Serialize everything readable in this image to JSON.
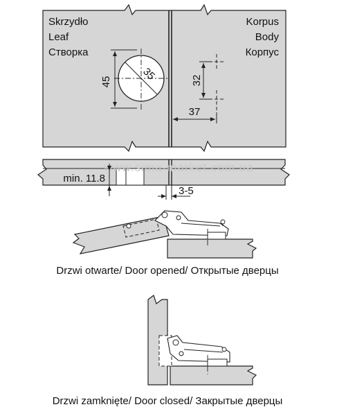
{
  "labels": {
    "leaf": [
      "Skrzydło",
      "Leaf",
      "Створка"
    ],
    "body": [
      "Korpus",
      "Body",
      "Корпус"
    ]
  },
  "dimensions": {
    "cup_height": "45",
    "cup_diameter": "35",
    "mount_spacing": "32",
    "mount_offset": "37",
    "min_thickness": "min. 11.8",
    "gap": "3-5"
  },
  "watermark": "www.sima-market.com.ua",
  "captions": {
    "open": "Drzwi otwarte/ Door opened/ Открытые дверцы",
    "closed": "Drzwi zamknięte/ Door closed/ Закрытые  дверцы"
  }
}
